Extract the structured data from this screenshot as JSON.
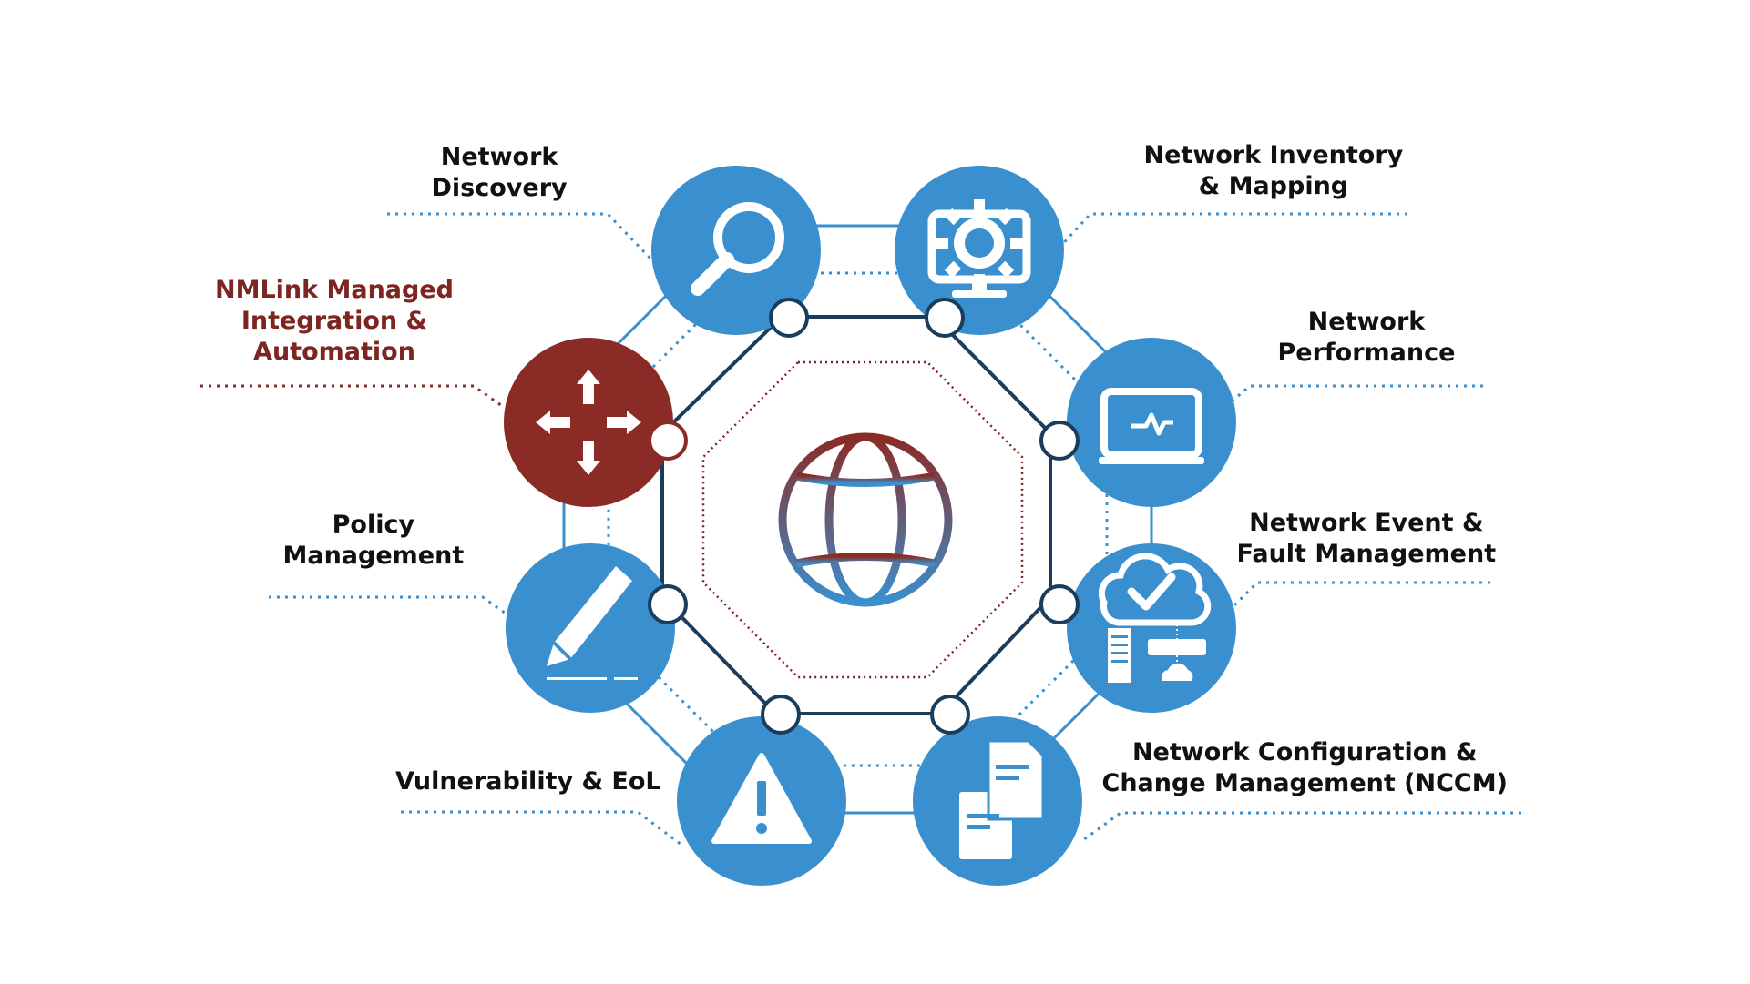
{
  "colors": {
    "primary": "#3a8fce",
    "accent": "#8a2b25",
    "frame": "#1b3d5c",
    "text": "#111111",
    "accent_text": "#7d2520"
  },
  "center": {
    "icon": "globe-icon"
  },
  "nodes": [
    {
      "id": "discovery",
      "lines": [
        "Network",
        "Discovery"
      ],
      "icon": "search-icon",
      "accent": false
    },
    {
      "id": "inventory",
      "lines": [
        "Network Inventory",
        "& Mapping"
      ],
      "icon": "monitor-gear-icon",
      "accent": false
    },
    {
      "id": "performance",
      "lines": [
        "Network",
        "Performance"
      ],
      "icon": "laptop-pulse-icon",
      "accent": false
    },
    {
      "id": "event",
      "lines": [
        "Network Event &",
        "Fault Management"
      ],
      "icon": "cloud-server-check-icon",
      "accent": false
    },
    {
      "id": "nccm",
      "lines": [
        "Network Configuration &",
        "Change Management (NCCM)"
      ],
      "icon": "documents-icon",
      "accent": false
    },
    {
      "id": "vulnerability",
      "lines": [
        "Vulnerability & EoL"
      ],
      "icon": "warning-icon",
      "accent": false
    },
    {
      "id": "policy",
      "lines": [
        "Policy",
        "Management"
      ],
      "icon": "pencil-icon",
      "accent": false
    },
    {
      "id": "nmlink",
      "lines": [
        "NMLink Managed",
        "Integration &",
        "Automation"
      ],
      "icon": "move-arrows-icon",
      "accent": true
    }
  ]
}
